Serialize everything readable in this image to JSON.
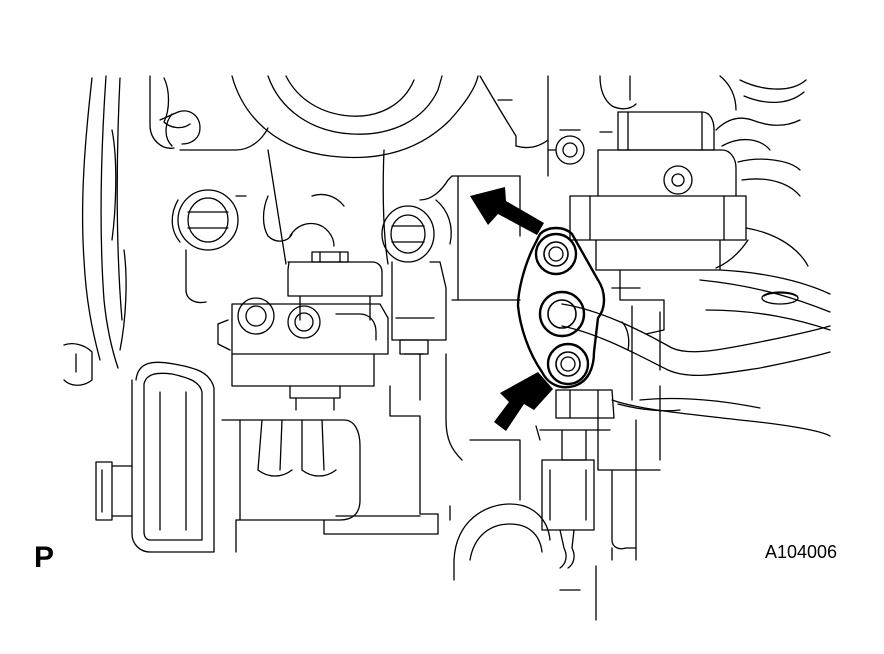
{
  "labels": {
    "view_marker": "P",
    "figure_code": "A104006"
  },
  "colors": {
    "line": "#000000",
    "background": "#ffffff"
  },
  "callouts": [
    {
      "icon": "arrow-icon",
      "points_to": "upper-bolt"
    },
    {
      "icon": "arrow-icon",
      "points_to": "lower-bolt"
    }
  ]
}
